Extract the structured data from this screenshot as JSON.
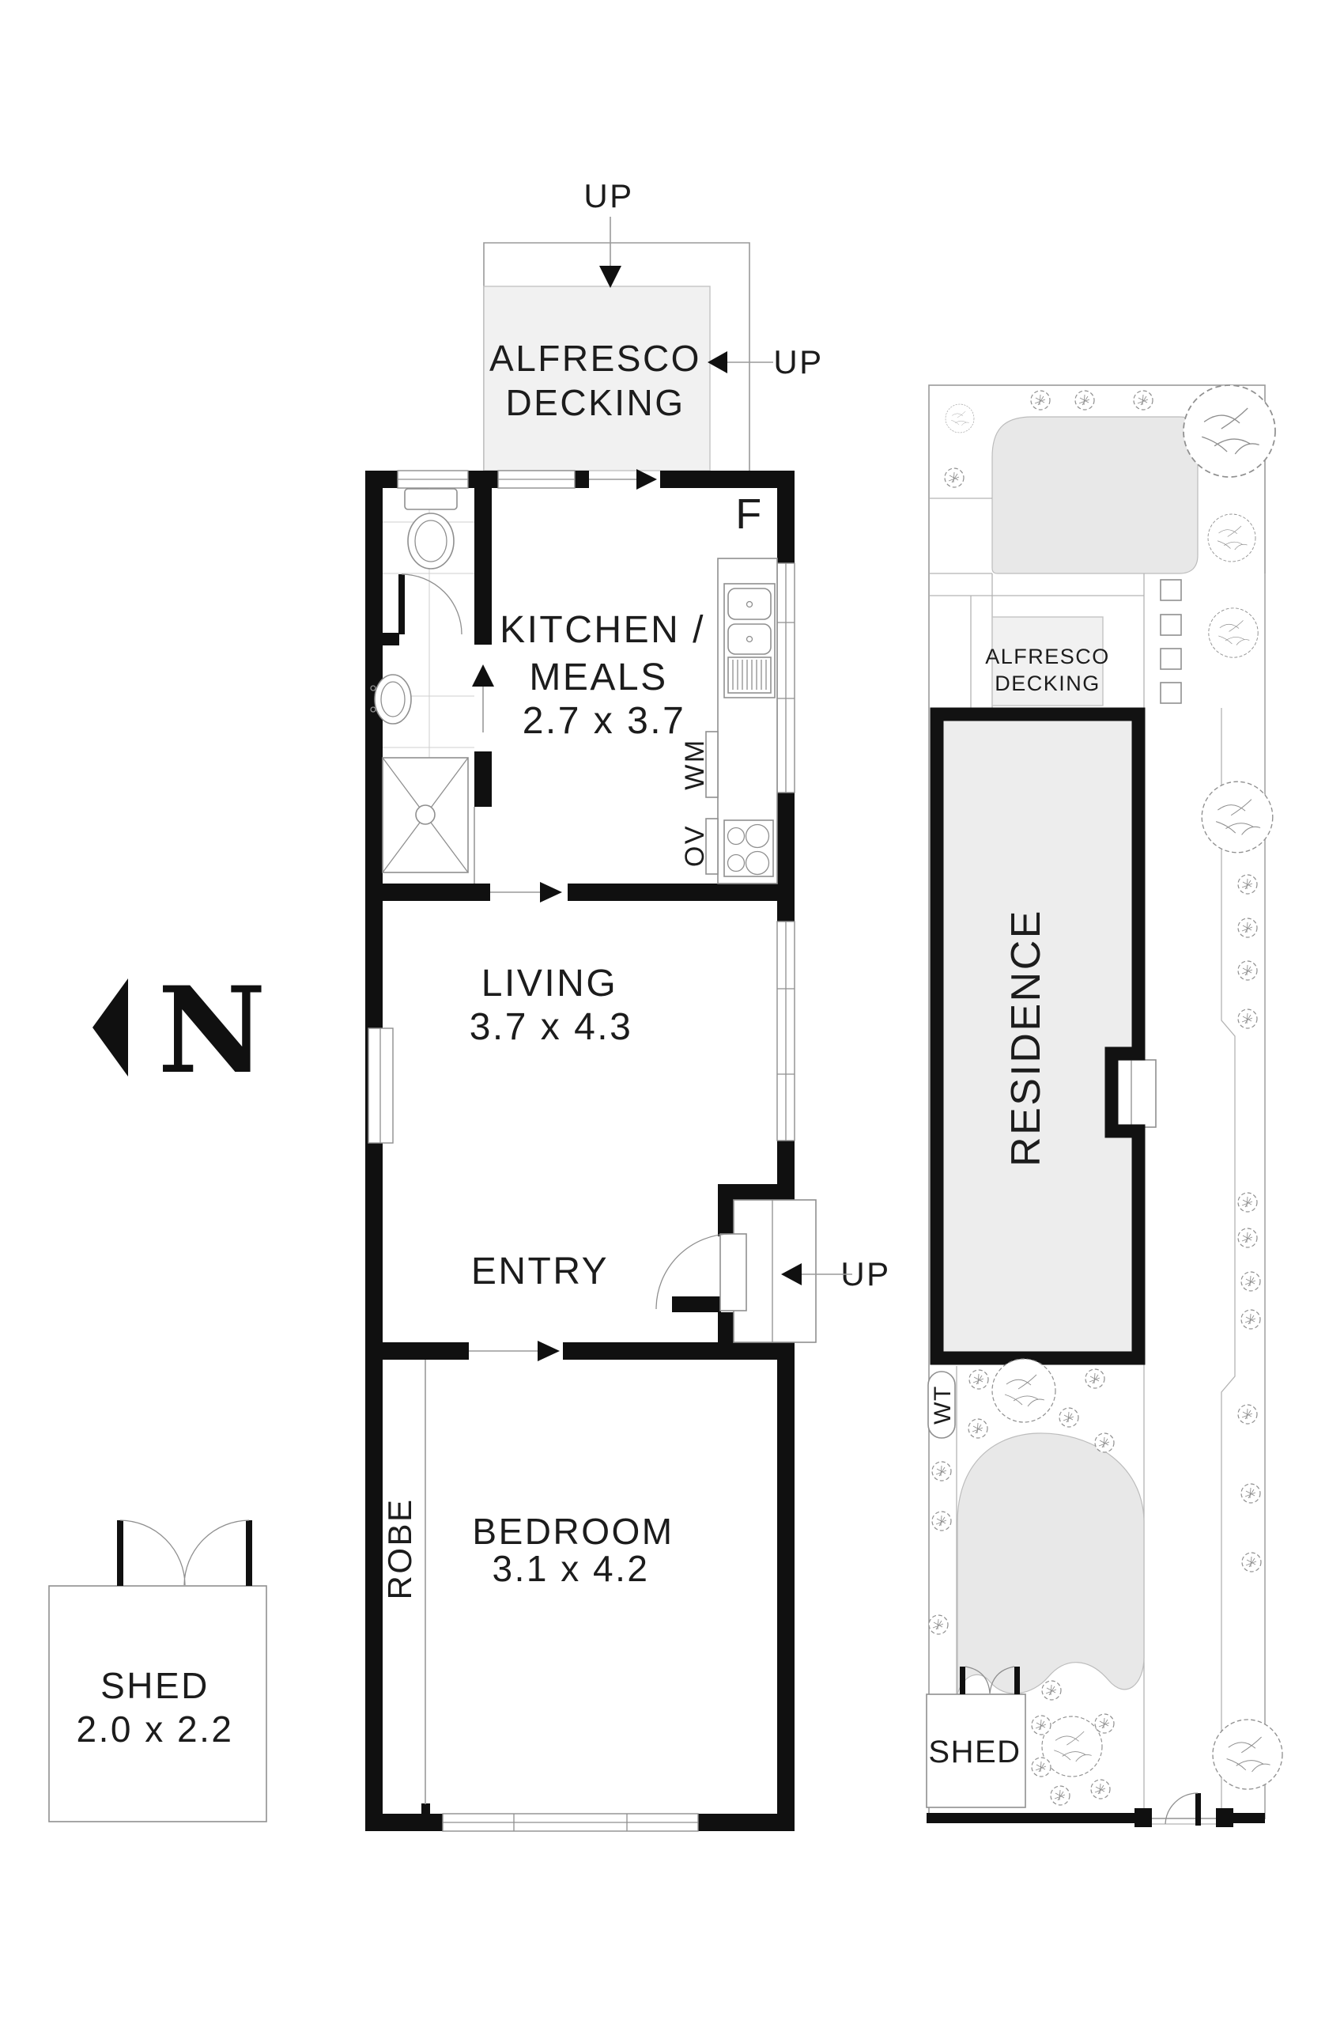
{
  "floor_plan": {
    "alfresco": {
      "line1": "ALFRESCO",
      "line2": "DECKING",
      "up_top": "UP",
      "up_side": "UP"
    },
    "kitchen": {
      "line1": "KITCHEN /",
      "line2": "MEALS",
      "dims": "2.7 x 3.7",
      "fridge": "F",
      "washing_machine": "WM",
      "oven": "OV"
    },
    "living": {
      "label": "LIVING",
      "dims": "3.7 x 4.3"
    },
    "entry": {
      "label": "ENTRY",
      "up": "UP"
    },
    "bedroom": {
      "label": "BEDROOM",
      "dims": "3.1 x 4.2",
      "robe": "ROBE"
    },
    "shed": {
      "label": "SHED",
      "dims": "2.0 x 2.2"
    },
    "north": {
      "letter": "N"
    }
  },
  "site_plan": {
    "alfresco": {
      "line1": "ALFRESCO",
      "line2": "DECKING"
    },
    "residence": {
      "label": "RESIDENCE"
    },
    "water_tank": {
      "label": "WT"
    },
    "shed": {
      "label": "SHED"
    }
  }
}
